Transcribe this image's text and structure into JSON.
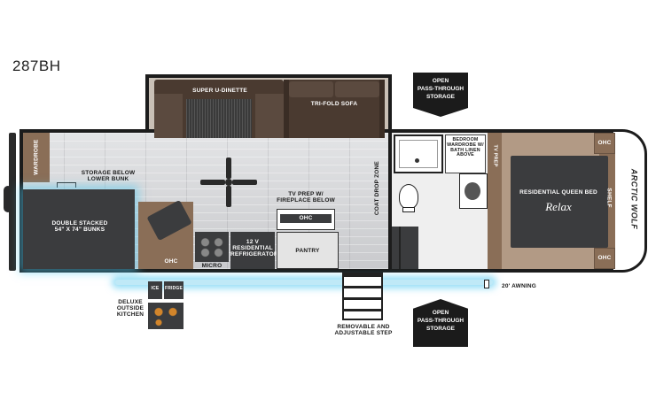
{
  "model": "287BH",
  "callouts": {
    "top_storage": "OPEN\nPASS-THROUGH\nSTORAGE",
    "bottom_storage": "OPEN\nPASS-THROUGH\nSTORAGE",
    "awning": "20' AWNING",
    "step": "REMOVABLE AND\nADJUSTABLE STEP",
    "outside_kitchen": "DELUXE\nOUTSIDE\nKITCHEN"
  },
  "rooms": {
    "wardrobe": "WARDROBE",
    "storage_below_bunk": "STORAGE BELOW\nLOWER BUNK",
    "bunks": "DOUBLE STACKED\n54\" x 74\" BUNKS",
    "dinette": "SUPER U-DINETTE",
    "sofa": "TRI-FOLD SOFA",
    "tv_prep_fireplace": "TV PREP W/\nFIREPLACE BELOW",
    "ohc_center": "OHC",
    "ohc_kitchen": "OHC",
    "micro": "MICRO",
    "refrigerator": "12 V\nRESIDENTIAL\nREFRIGERATOR",
    "pantry": "PANTRY",
    "coat_drop_zone": "COAT DROP ZONE",
    "bedroom_wardrobe": "BEDROOM\nWARDROBE W/\nBATH LINEN\nABOVE",
    "tv_prep": "TV PREP",
    "queen_bed": "RESIDENTIAL QUEEN BED",
    "bed_brand": "Relax",
    "shelf": "SHELF",
    "ohc_top_right": "OHC",
    "ohc_bottom_right": "OHC",
    "ice": "ICE",
    "fridge": "FRIDGE"
  },
  "brand": "ARCTIC WOLF",
  "colors": {
    "wall": "#1c1c1c",
    "floor": "#d7d8da",
    "accent_brown": "#8a6e57",
    "dark_brown": "#4a3a30",
    "charcoal": "#3b3c3e",
    "led_glow": "#50c8f0"
  }
}
